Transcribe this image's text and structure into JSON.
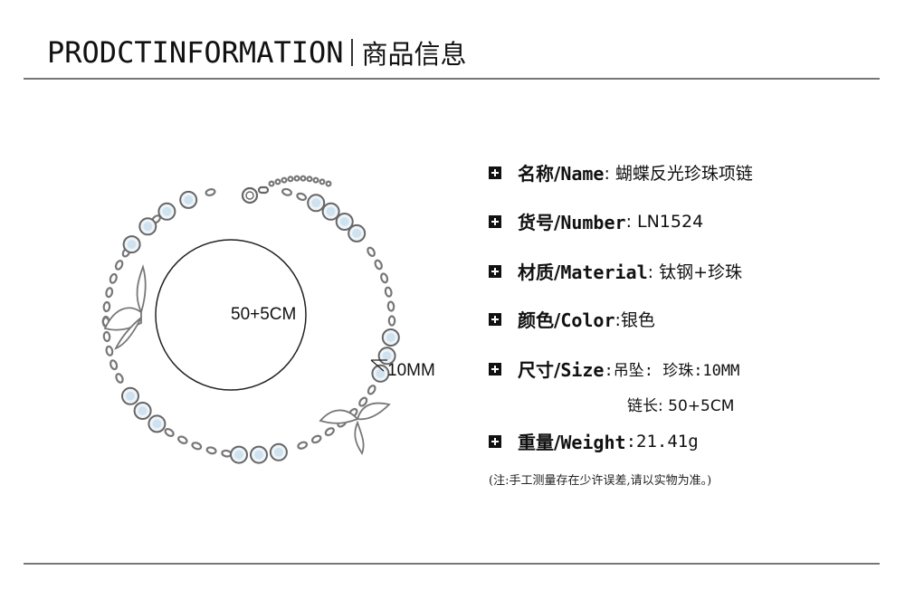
{
  "header": {
    "title_en": "PRODCTINFORMATION",
    "title_zh": "商品信息"
  },
  "product": {
    "size_label": "50+5CM",
    "pearl_label": "10MM",
    "icons": [
      "butterfly-pendant-icon",
      "pearl-bead-icon",
      "chain-link-icon",
      "clasp-icon"
    ]
  },
  "specs": [
    {
      "label_zh": "名称/",
      "label_en": "Name",
      "value": ": 蝴蝶反光珍珠项链"
    },
    {
      "label_zh": "货号/",
      "label_en": "Number",
      "value": ": LN1524"
    },
    {
      "label_zh": "材质/",
      "label_en": "Material",
      "value": ": 钛钢+珍珠"
    },
    {
      "label_zh": "颜色/",
      "label_en": "Color",
      "value": ":银色"
    },
    {
      "label_zh": "尺寸/",
      "label_en": "Size",
      "value": ":吊坠: 珍珠:10MM",
      "sub": "链长: 50+5CM"
    },
    {
      "label_zh": "重量/",
      "label_en": "Weight",
      "value": ":21.41g"
    }
  ],
  "note": "(注:手工测量存在少许误差,请以实物为准。)",
  "colors": {
    "text": "#111111",
    "rule": "#777777",
    "pearl": "#cfe2f0",
    "metal": "#8a8a8a"
  }
}
